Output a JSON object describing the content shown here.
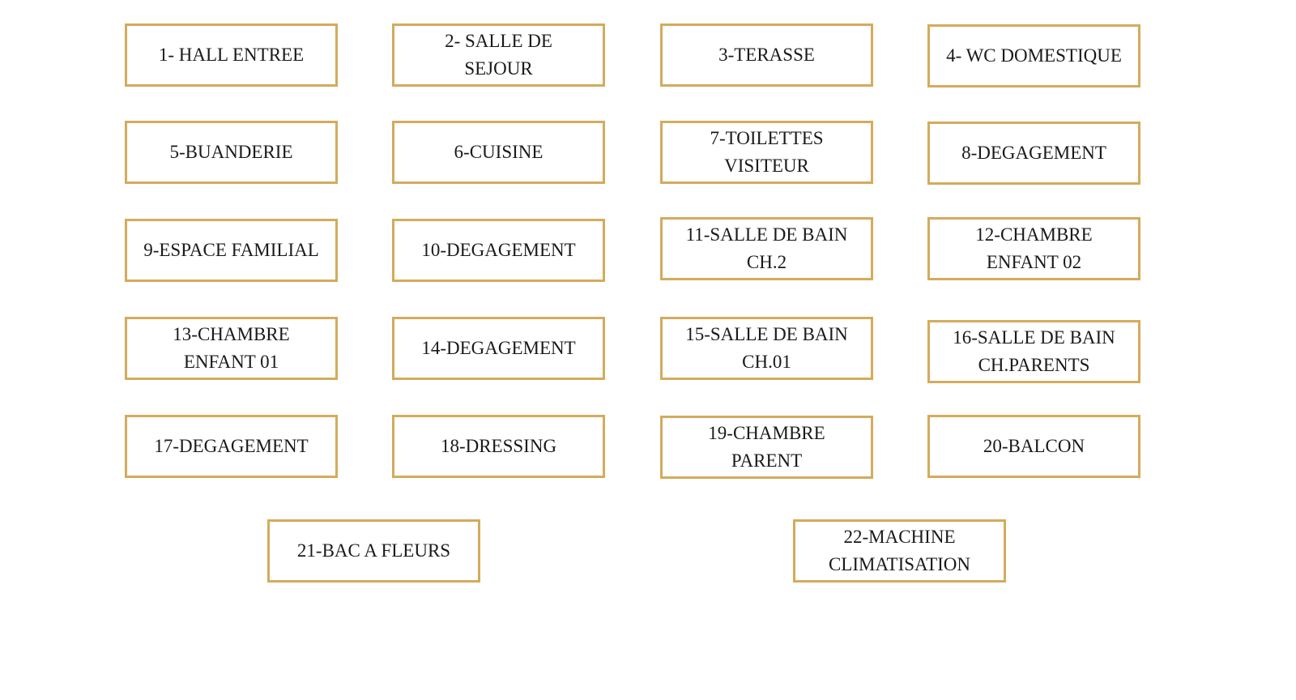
{
  "border_color": "#d4ab5c",
  "rooms": [
    "1- HALL ENTREE",
    "2- SALLE DE\nSEJOUR",
    "3-TERASSE",
    "4- WC DOMESTIQUE",
    "5-BUANDERIE",
    "6-CUISINE",
    "7-TOILETTES\nVISITEUR",
    "8-DEGAGEMENT",
    "9-ESPACE FAMILIAL",
    "10-DEGAGEMENT",
    "11-SALLE DE BAIN\nCH.2",
    "12-CHAMBRE\nENFANT 02",
    "13-CHAMBRE\nENFANT 01",
    "14-DEGAGEMENT",
    "15-SALLE DE BAIN\nCH.01",
    "16-SALLE DE BAIN\nCH.PARENTS",
    "17-DEGAGEMENT",
    "18-DRESSING",
    "19-CHAMBRE\nPARENT",
    "20-BALCON",
    "21-BAC A FLEURS",
    "22-MACHINE\nCLIMATISATION"
  ]
}
